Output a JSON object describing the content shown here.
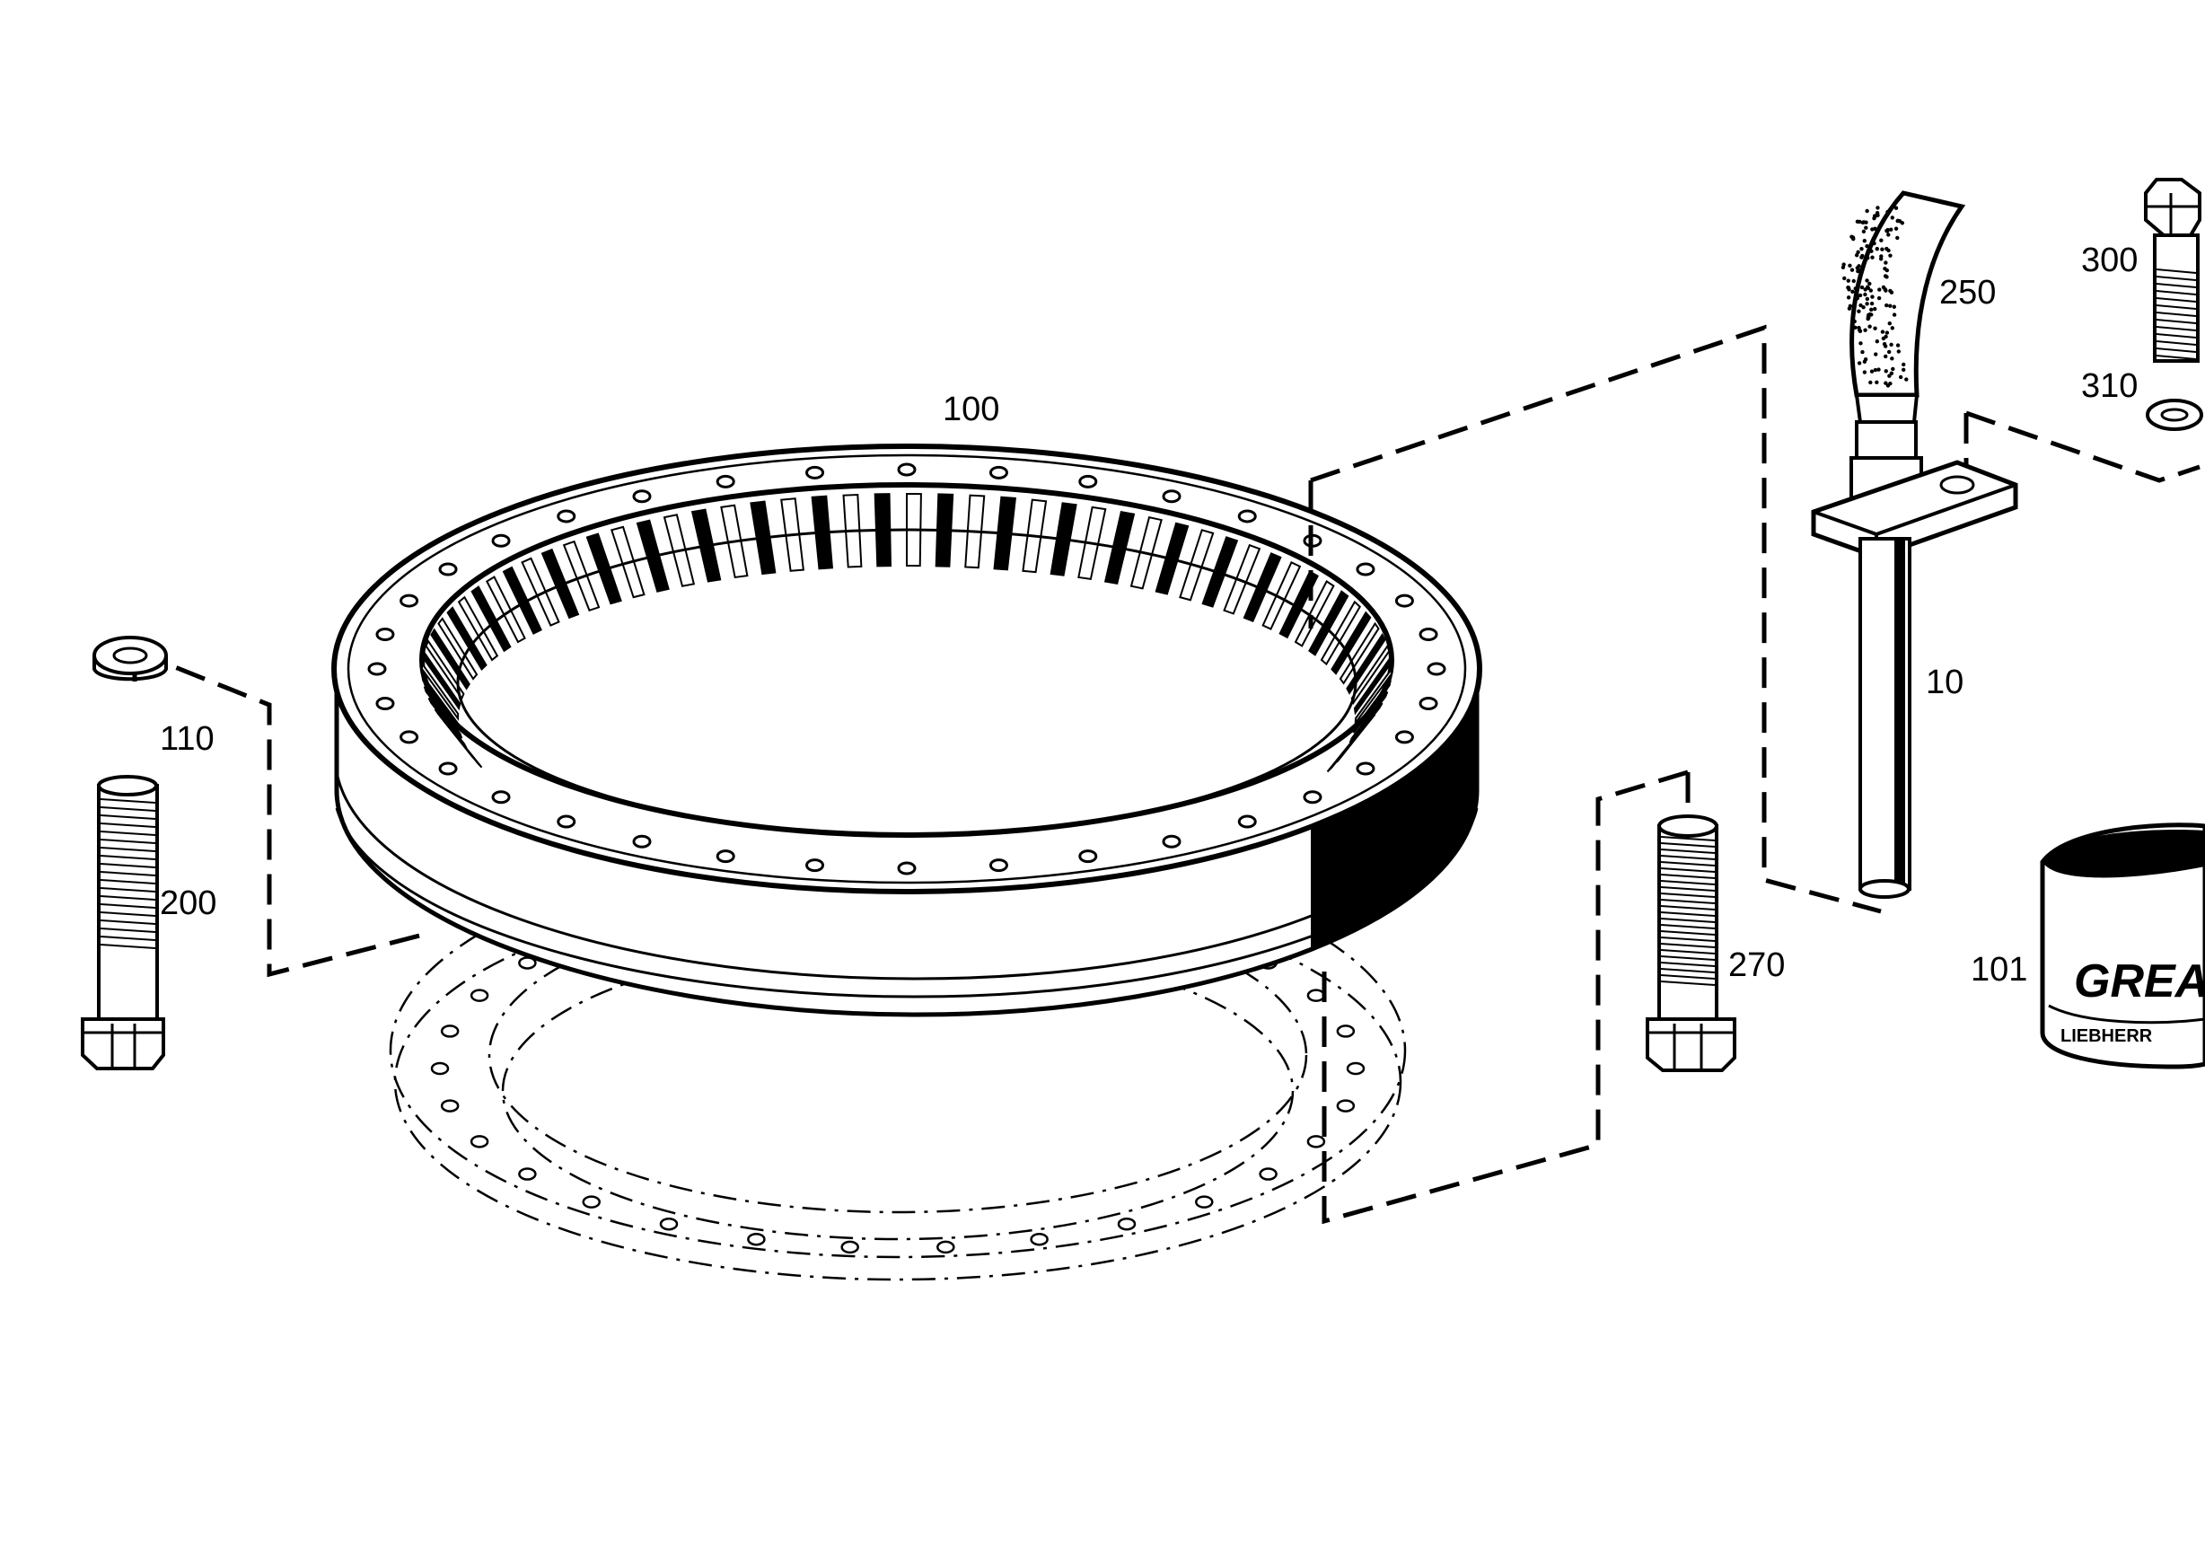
{
  "diagram": {
    "type": "exploded-parts-view",
    "callouts": [
      {
        "id": "100",
        "part": "slewing-ring"
      },
      {
        "id": "110",
        "part": "washer"
      },
      {
        "id": "200",
        "part": "bolt"
      },
      {
        "id": "250",
        "part": "grease-hose"
      },
      {
        "id": "10",
        "part": "grease-line-tube"
      },
      {
        "id": "300",
        "part": "bolt"
      },
      {
        "id": "310",
        "part": "washer"
      },
      {
        "id": "270",
        "part": "bolt"
      },
      {
        "id": "101",
        "part": "grease-can"
      }
    ],
    "grease_can_label": "GREAS",
    "grease_can_brand": "LIEBHERR"
  }
}
